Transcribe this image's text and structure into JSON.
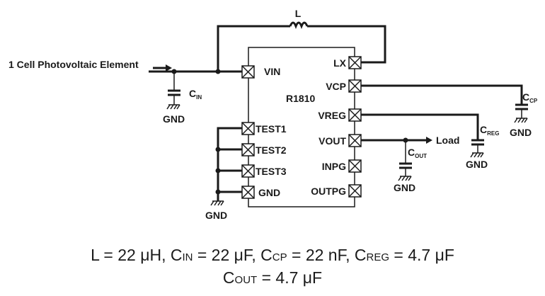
{
  "input": {
    "label": "1 Cell Photovoltaic Element",
    "cin_main": "C",
    "cin_sub": "IN",
    "cin_gnd": "GND"
  },
  "inductor": {
    "label": "L"
  },
  "chip": {
    "name": "R1810",
    "pins_left": [
      "VIN",
      "TEST1",
      "TEST2",
      "TEST3",
      "GND"
    ],
    "pins_right": [
      "LX",
      "VCP",
      "VREG",
      "VOUT",
      "INPG",
      "OUTPG"
    ]
  },
  "test_gnd": "GND",
  "ccp": {
    "main": "C",
    "sub": "CP",
    "gnd": "GND"
  },
  "creg": {
    "main": "C",
    "sub": "REG",
    "gnd": "GND"
  },
  "cout": {
    "main": "C",
    "sub": "OUT",
    "gnd": "GND"
  },
  "load": "Load",
  "equations": {
    "line1": {
      "l": "L = 22 μH, C",
      "cin_sub": "IN",
      "cin_val": " = 22 μF, C",
      "ccp_sub": "CP",
      "ccp_val": " = 22 nF, C",
      "creg_sub": "REG",
      "creg_val": " = 4.7 μF"
    },
    "line2": {
      "c": "C",
      "cout_sub": "OUT",
      "cout_val": " = 4.7 μF"
    }
  }
}
